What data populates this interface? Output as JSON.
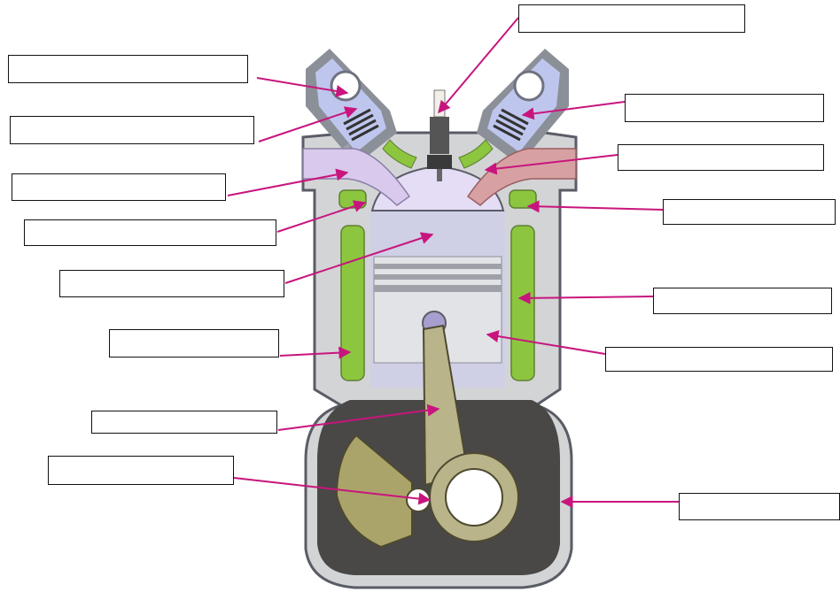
{
  "diagram": {
    "colors": {
      "engine_block": "#d3d4d6",
      "block_outline": "#5a5c66",
      "coolant_channel": "#8cc63f",
      "combustion_chamber": "#e4ddf5",
      "piston": "#e2e3e6",
      "crankcase": "#4a4747",
      "connecting_rod": "#b9b48a",
      "crank_counterweight": "#aba46a",
      "intake_port": "#d9c9ec",
      "exhaust_port": "#d7a1a3",
      "leader_line": "#c8157d"
    },
    "labels": [
      {
        "id": "label-1",
        "text": ""
      },
      {
        "id": "label-2",
        "text": ""
      },
      {
        "id": "label-3",
        "text": ""
      },
      {
        "id": "label-4",
        "text": ""
      },
      {
        "id": "label-5",
        "text": ""
      },
      {
        "id": "label-6",
        "text": ""
      },
      {
        "id": "label-7",
        "text": ""
      },
      {
        "id": "label-8",
        "text": ""
      },
      {
        "id": "label-9",
        "text": ""
      },
      {
        "id": "label-10",
        "text": ""
      },
      {
        "id": "label-11",
        "text": ""
      },
      {
        "id": "label-12",
        "text": ""
      },
      {
        "id": "label-13",
        "text": ""
      },
      {
        "id": "label-14",
        "text": ""
      },
      {
        "id": "label-15",
        "text": ""
      }
    ]
  }
}
